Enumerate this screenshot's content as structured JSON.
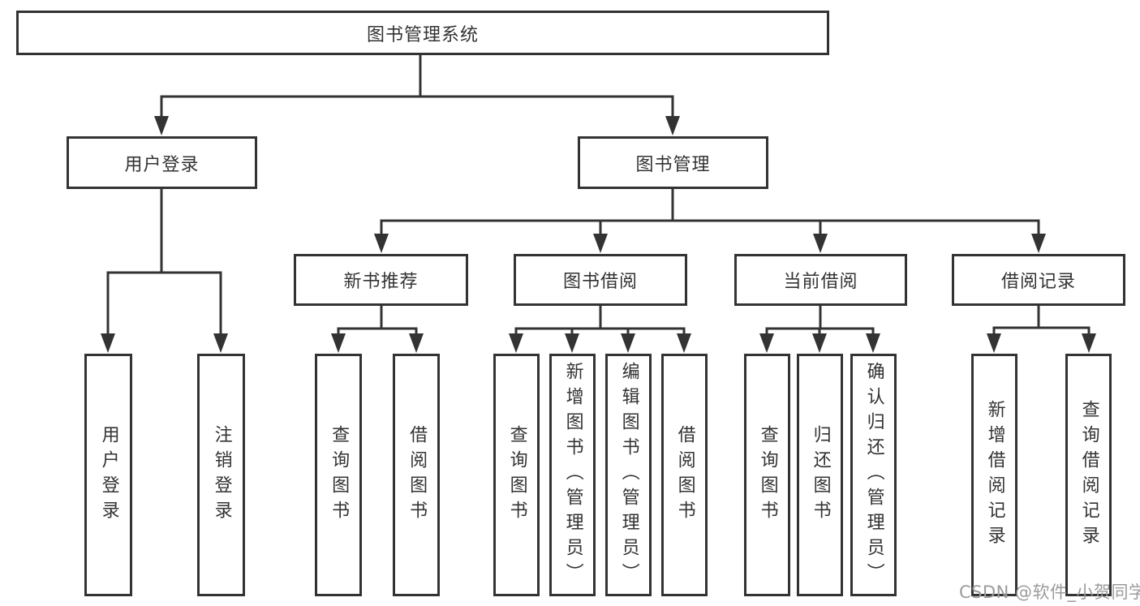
{
  "diagram": {
    "root": {
      "label": "图书管理系统"
    },
    "level2": [
      {
        "label": "用户登录"
      },
      {
        "label": "图书管理"
      }
    ],
    "level3": [
      {
        "label": "新书推荐"
      },
      {
        "label": "图书借阅"
      },
      {
        "label": "当前借阅"
      },
      {
        "label": "借阅记录"
      }
    ],
    "leaves": {
      "user_login": [
        {
          "label": "用户登录"
        },
        {
          "label": "注销登录"
        }
      ],
      "new_book_recommend": [
        {
          "label": "查询图书"
        },
        {
          "label": "借阅图书"
        }
      ],
      "book_borrowing": [
        {
          "label": "查询图书"
        },
        {
          "label": "新增图书（管理员）"
        },
        {
          "label": "编辑图书（管理员）"
        },
        {
          "label": "借阅图书"
        }
      ],
      "current_borrowing": [
        {
          "label": "查询图书"
        },
        {
          "label": "归还图书"
        },
        {
          "label": "确认归还（管理员）"
        }
      ],
      "borrowing_records": [
        {
          "label": "新增借阅记录"
        },
        {
          "label": "查询借阅记录"
        }
      ]
    }
  },
  "watermark": {
    "text": "CSDN @软件_小贺同学"
  },
  "colors": {
    "line": "#333333",
    "text": "#333333",
    "background": "#ffffff",
    "watermark": "#9b9b9b"
  }
}
